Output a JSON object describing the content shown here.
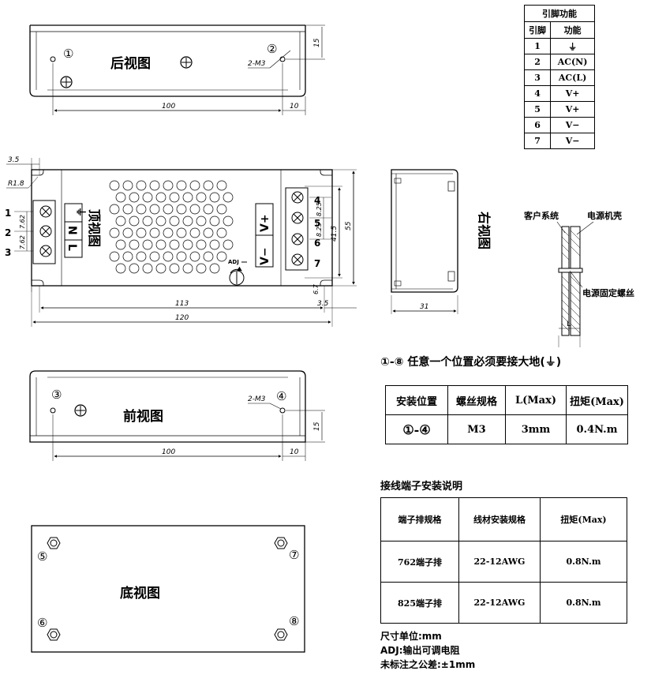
{
  "views": {
    "back": "后视图",
    "top": "顶视图",
    "front": "前视图",
    "bottom": "底视图",
    "right": "右视图"
  },
  "callouts": {
    "c1": "①",
    "c2": "②",
    "c3": "③",
    "c4": "④",
    "c5": "⑤",
    "c6": "⑥",
    "c7": "⑦",
    "c8": "⑧"
  },
  "dims": {
    "back_width": "100",
    "back_right": "10",
    "back_height": "15",
    "back_screw": "2-M3",
    "front_width": "100",
    "front_right": "10",
    "front_height": "15",
    "front_screw": "2-M3",
    "top_left_35": "3.5",
    "top_r18": "R1.8",
    "top_pitch_762a": "7.62",
    "top_pitch_762b": "7.62",
    "top_pitch_825a": "8.25",
    "top_pitch_825b": "8.25",
    "top_415": "41.5",
    "top_55": "55",
    "top_67": "6.7",
    "top_113": "113",
    "top_120": "120",
    "top_right_35": "3.5",
    "side_31": "31",
    "adj": "ADJ",
    "pin_left": [
      "1",
      "2",
      "3"
    ],
    "pin_right": [
      "4",
      "5",
      "6",
      "7"
    ]
  },
  "terminal_labels": {
    "left": [
      "⏚",
      "N",
      "L"
    ],
    "right": [
      "V+",
      "V−"
    ]
  },
  "detail": {
    "customer": "客户系统",
    "chassis": "电源机壳",
    "screw": "电源固定螺丝",
    "l": "L"
  },
  "pin_table": {
    "title": "引脚功能",
    "headers": [
      "引脚",
      "功能"
    ],
    "rows": [
      [
        "1",
        "⏚"
      ],
      [
        "2",
        "AC(N)"
      ],
      [
        "3",
        "AC(L)"
      ],
      [
        "4",
        "V+"
      ],
      [
        "5",
        "V+"
      ],
      [
        "6",
        "V−"
      ],
      [
        "7",
        "V−"
      ]
    ]
  },
  "grounding_note": "①-⑧ 任意一个位置必须要接大地(⏚)",
  "mount_table": {
    "headers": [
      "安装位置",
      "螺丝规格",
      "L(Max)",
      "扭矩(Max)"
    ],
    "row": [
      "①-④",
      "M3",
      "3mm",
      "0.4N.m"
    ]
  },
  "terminal_section_title": "接线端子安装说明",
  "terminal_table": {
    "headers": [
      "端子排规格",
      "线材安装规格",
      "扭矩(Max)"
    ],
    "rows": [
      [
        "762端子排",
        "22-12AWG",
        "0.8N.m"
      ],
      [
        "825端子排",
        "22-12AWG",
        "0.8N.m"
      ]
    ]
  },
  "notes": {
    "unit": "尺寸单位:mm",
    "adj": "ADJ:输出可调电阻",
    "tolerance": "未标注之公差:±1mm"
  }
}
